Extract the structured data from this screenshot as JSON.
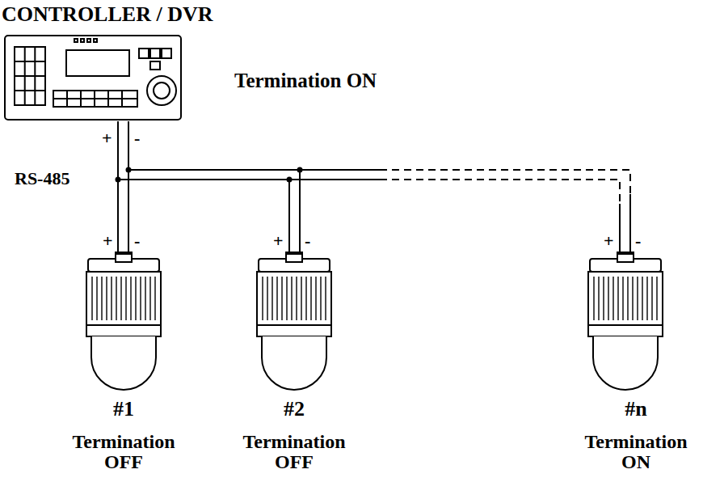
{
  "diagram": {
    "nodes": [
      {
        "text": [
          "CONTROLLER / DVR",
          "Termination ON"
        ]
      },
      {
        "text": [
          "#1",
          "Termination OFF"
        ]
      },
      {
        "text": [
          "#2",
          "Termination OFF"
        ]
      },
      {
        "text": [
          "#n",
          "Termination ON"
        ]
      }
    ],
    "edges": [
      {
        "from": 0,
        "to": 1,
        "arrow": "none"
      },
      {
        "from": 0,
        "to": 2,
        "arrow": "none"
      },
      {
        "from": 0,
        "to": 3,
        "arrow": "none"
      }
    ],
    "labels": [
      "RS-485",
      "+",
      "-",
      "+",
      "-",
      "+",
      "-",
      "+",
      "-"
    ]
  }
}
